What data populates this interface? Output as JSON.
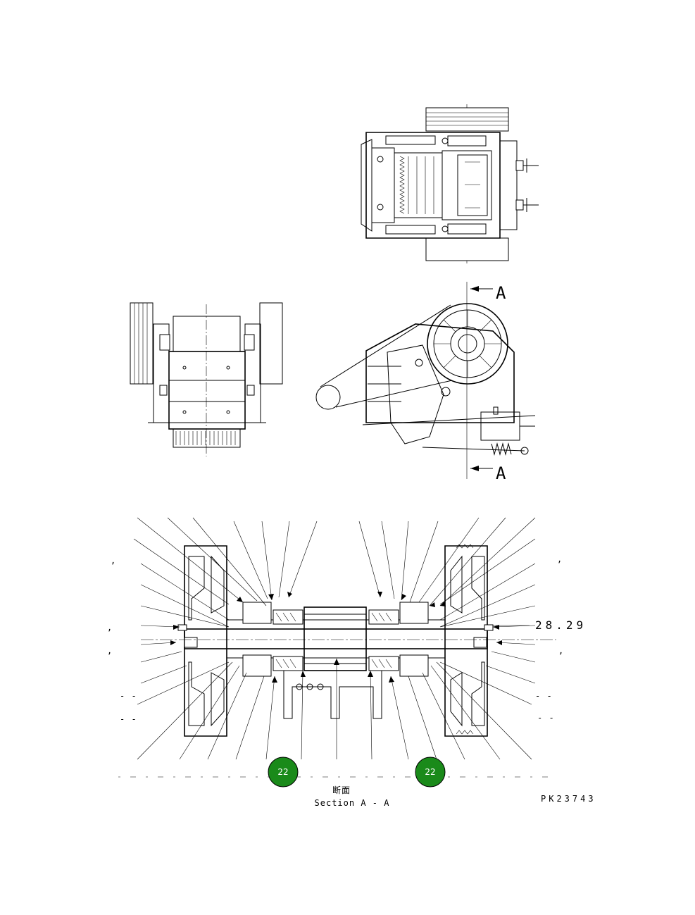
{
  "section_marks": {
    "top": "A",
    "bottom": "A"
  },
  "dimension": "28.29",
  "section_caption_jp": "断面",
  "section_caption_en": "Section A - A",
  "part_code": "PK23743",
  "callouts": [
    {
      "label": "22",
      "color": "#1a8a1a"
    },
    {
      "label": "22",
      "color": "#1a8a1a"
    }
  ],
  "stray_marks": [
    ",",
    ",",
    ",",
    ",",
    ",",
    "- -",
    "- -",
    "- -",
    "- -"
  ]
}
